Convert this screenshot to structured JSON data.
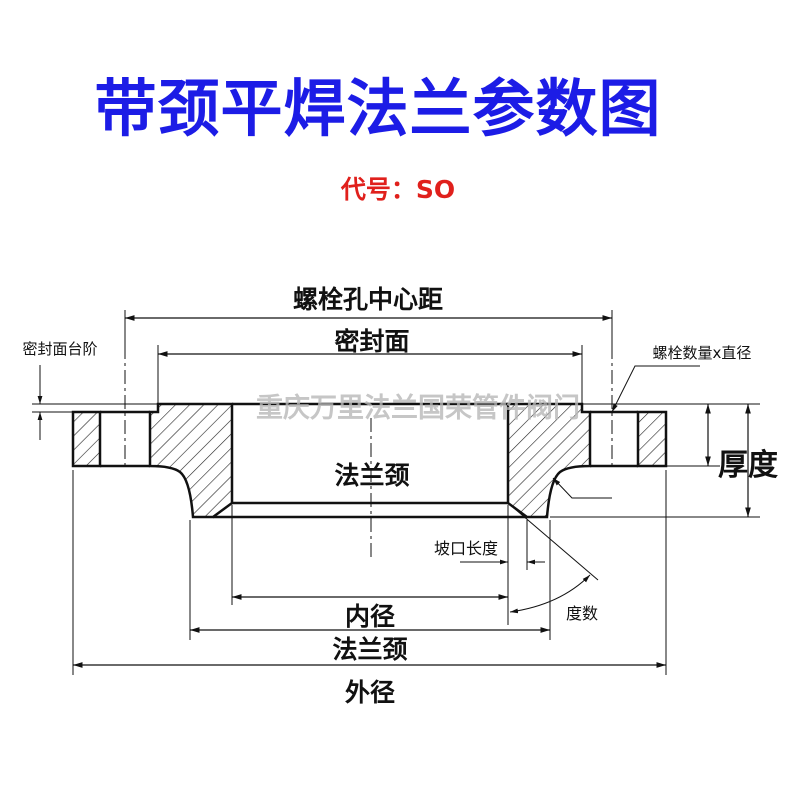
{
  "title": "带颈平焊法兰参数图",
  "code_label": "代号：SO",
  "watermark": "重庆万里法兰国荣管件阀门",
  "labels": {
    "bolt_circle": "螺栓孔中心距",
    "sealing_face": "密封面",
    "sealing_step": "密封面台阶",
    "bolt_qty_dia": "螺栓数量x直径",
    "thickness": "厚度",
    "neck_center": "法兰颈",
    "bevel_length": "坡口长度",
    "degree": "度数",
    "inner_dia": "内径",
    "neck_dia": "法兰颈",
    "outer_dia": "外径"
  },
  "colors": {
    "title": "#1c1ce6",
    "code": "#e0201c",
    "line": "#111111"
  }
}
